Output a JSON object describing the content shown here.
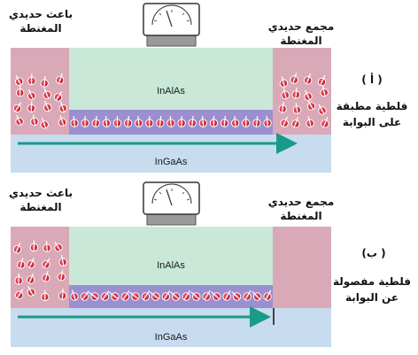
{
  "panels": [
    {
      "id": "a",
      "tag": "( أ )",
      "side_label_line1": "فلطية مطبقة",
      "side_label_line2": "على البوابة",
      "source_label_line1": "باعث حديدي",
      "source_label_line2": "المغنطة",
      "drain_label_line1": "مجمع حديدي",
      "drain_label_line2": "المغنطة",
      "upper_layer": "InAlAs",
      "lower_layer": "InGaAs",
      "channel_arrow": "full"
    },
    {
      "id": "b",
      "tag": "(ب )",
      "side_label_line1": "فلطية مفصولة",
      "side_label_line2": "عن البوابة",
      "source_label_line1": "باعث حديدي",
      "source_label_line2": "المغنطة",
      "drain_label_line1": "مجمع حديدي",
      "drain_label_line2": "المغنطة",
      "upper_layer": "InAlAs",
      "lower_layer": "InGaAs",
      "channel_arrow": "blocked"
    }
  ],
  "colors": {
    "ferromagnet": "#d9a9b8",
    "insulator": "#c9e8d8",
    "channel": "#9b8fd0",
    "substrate": "#c7dcee",
    "electron": "#cc2233",
    "arrow": "#1a9a8a",
    "gate": "#9a9a9a"
  }
}
